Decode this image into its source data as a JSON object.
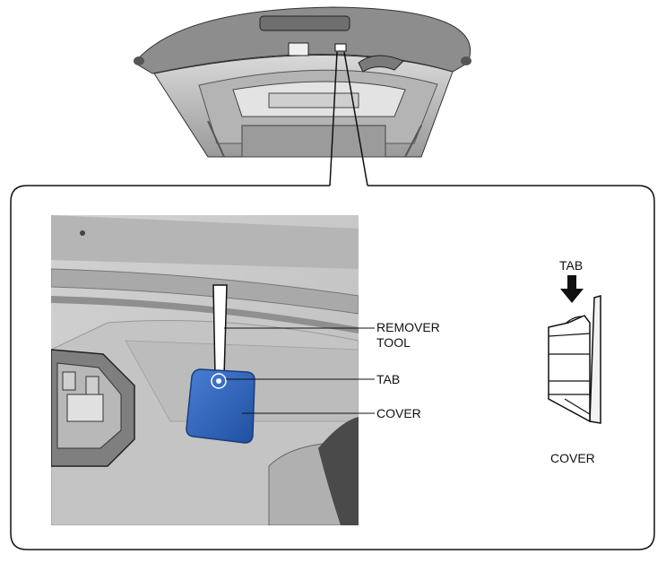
{
  "labels": {
    "remover_tool_line1": "REMOVER",
    "remover_tool_line2": "TOOL",
    "tab_detail": "TAB",
    "cover_detail": "COVER",
    "tab_side": "TAB",
    "cover_side": "COVER"
  },
  "colors": {
    "cover": "#2f5fb8",
    "outline": "#111111",
    "panel": "#c8c8c8"
  }
}
